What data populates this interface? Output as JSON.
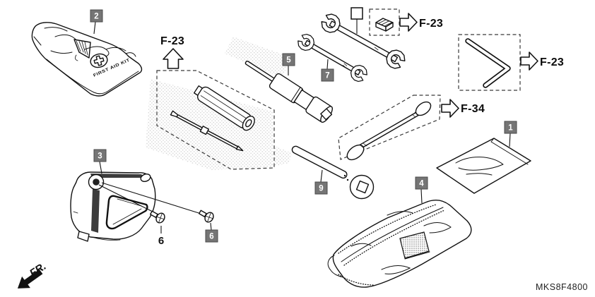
{
  "references": [
    {
      "label": "F-23"
    },
    {
      "label": "F-23"
    },
    {
      "label": "F-23"
    },
    {
      "label": "F-34"
    }
  ],
  "callouts": [
    {
      "number": "1"
    },
    {
      "number": "2"
    },
    {
      "number": "3"
    },
    {
      "number": "4"
    },
    {
      "number": "5"
    },
    {
      "number": "6"
    },
    {
      "number": "6"
    },
    {
      "number": "7"
    },
    {
      "number": "9"
    }
  ],
  "texts": {
    "first_aid_kit": "FIRST AID KIT",
    "front_label": "FR.",
    "diagram_code": "MKS8F4800"
  },
  "colors": {
    "callout_bg": "#757575",
    "callout_border": "#4a4a4a",
    "callout_text": "#ffffff",
    "line": "#111111",
    "reference_text": "#0a0a0a"
  }
}
